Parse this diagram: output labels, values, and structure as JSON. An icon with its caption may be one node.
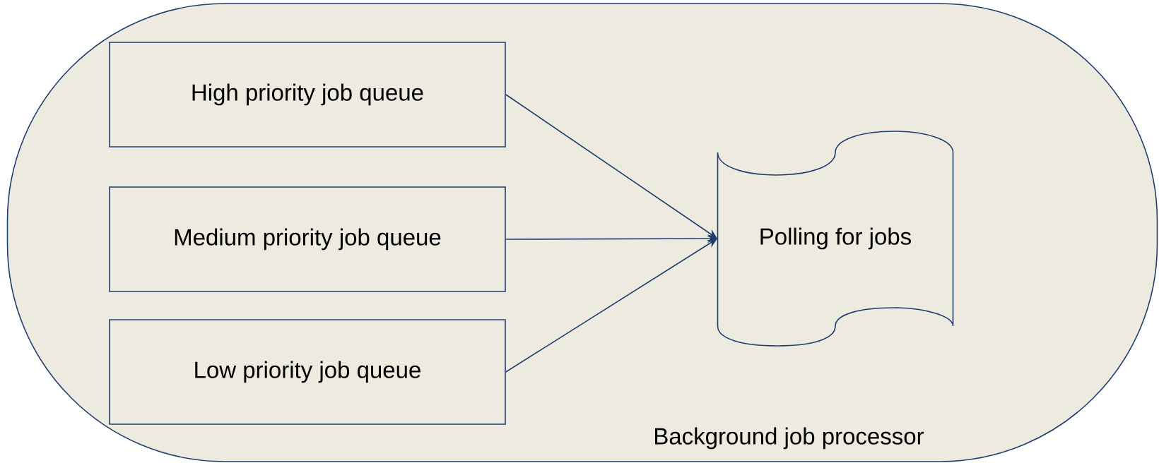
{
  "diagram": {
    "nodes": [
      {
        "text": [
          "Background job processor"
        ]
      },
      {
        "text": [
          "High priority job queue"
        ],
        "in": 0
      },
      {
        "text": [
          "Medium priority job queue"
        ],
        "in": 0
      },
      {
        "text": [
          "Low priority job queue"
        ],
        "in": 0
      },
      {
        "text": [
          "Polling for jobs"
        ],
        "in": 0
      }
    ],
    "edges": [
      {
        "from": 1,
        "to": 4,
        "arrow": "to"
      },
      {
        "from": 2,
        "to": 4,
        "arrow": "to"
      },
      {
        "from": 3,
        "to": 4,
        "arrow": "to"
      }
    ]
  }
}
